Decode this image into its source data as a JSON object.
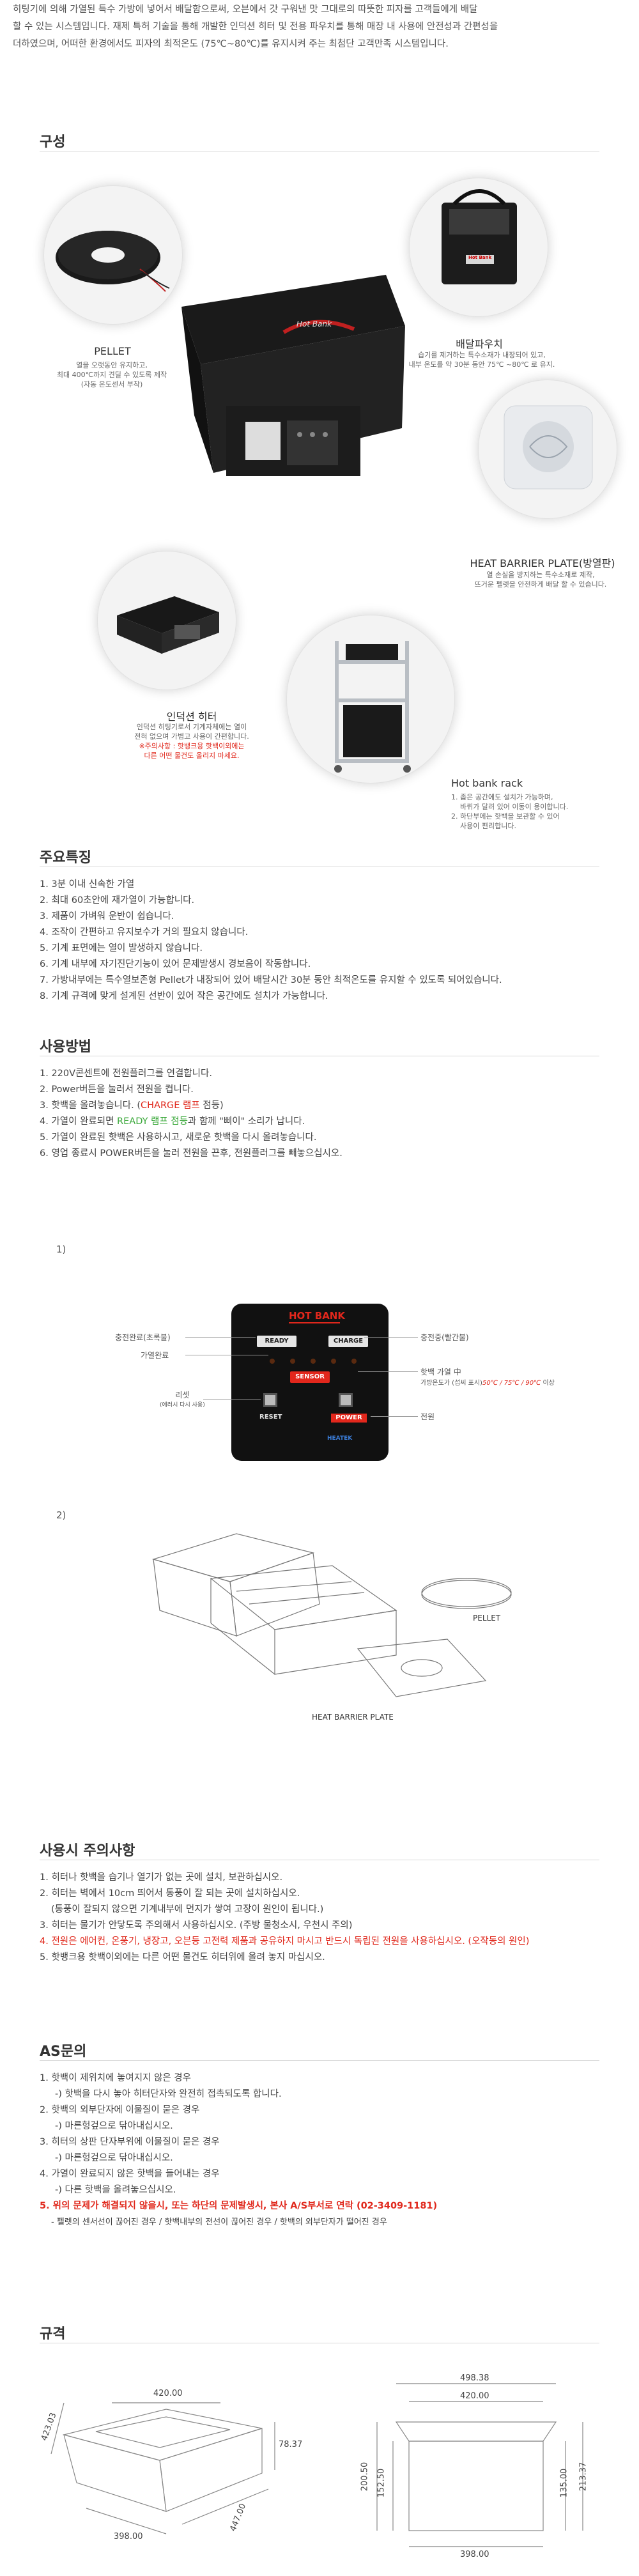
{
  "intro": {
    "line1": "히팅기에 의해 가열된 특수 가방에 넣어서 배달함으로써, 오븐에서 갓 구워낸 맛 그대로의 따뜻한 피자를 고객들에게 배달",
    "line2": "할 수 있는 시스템입니다. 재제 특허 기술을 통해 개발한 인덕션 히터 및 전용 파우치를 통해 매장 내 사용에 안전성과 간편성을",
    "line3": "더하였으며, 어떠한 환경에서도 피자의 최적온도 (75℃~80℃)를 유지시켜 주는 최첨단 고객만족 시스템입니다."
  },
  "composition": {
    "title": "구성",
    "pellet": {
      "title": "PELLET",
      "desc1": "열을 오랫동안 유지하고,",
      "desc2": "최대 400℃까지 견딜 수 있도록 제작",
      "desc3": "(자동 온도센서 부착)"
    },
    "pouch": {
      "title": "배달파우치",
      "desc1": "습기를 제거하는 특수소재가 내장되어 있고,",
      "desc2": "내부 온도를 약 30분 동안 75℃ ~80℃ 로 유지."
    },
    "plate": {
      "title": "HEAT BARRIER PLATE(방열판)",
      "desc1": "열 손실을 방지하는 특수소재로 제작,",
      "desc2": "뜨거운 펠렛을 안전하게 배달 할 수 있습니다."
    },
    "heater": {
      "title": "인덕션 히터",
      "desc1": "인덕션 히팅기로서 기계자체에는 열이",
      "desc2": "전혀 없으며 가볍고 사용이 간편합니다.",
      "warn1": "※주의사항 : 핫뱅크용 핫백이외에는",
      "warn2": "다른 어떤 물건도 올리지 마세요."
    },
    "rack": {
      "title": "Hot bank rack",
      "desc1": "1. 좁은 공간에도 설치가 가능하며,",
      "desc2": "바퀴가 달려 있어 이동이 용이합니다.",
      "desc3": "2. 하단부에는 핫백을 보관할 수 있어",
      "desc4": "사용이 편리합니다."
    },
    "bag_brand": "Hot Bank",
    "pouch_brand": "Hot Bank"
  },
  "features": {
    "title": "주요특징",
    "items": [
      "1. 3분 이내 신속한 가열",
      "2. 최대 60초안에 재가열이 가능합니다.",
      "3. 제품이 가벼워 운반이 쉽습니다.",
      "4. 조작이 간편하고 유지보수가 거의 필요치 않습니다.",
      "5. 기계 표면에는 열이 발생하지 않습니다.",
      "6. 기계 내부에 자기진단기능이 있어 문제발생시 경보음이 작동합니다.",
      "7. 가방내부에는 특수열보존형 Pellet가 내장되어 있어 배달시간 30분 동안 최적온도를 유지할 수 있도록 되어있습니다.",
      "8. 기계 규격에 맞게 설계된 선반이 있어 작은 공간에도 설치가 가능합니다."
    ]
  },
  "usage": {
    "title": "사용방법",
    "item1": "1. 220V콘센트에 전원플러그를 연결합니다.",
    "item2": "2. Power버튼을 눌러서 전원을 켭니다.",
    "item3_pre": "3. 핫백을 올려놓습니다. (",
    "item3_hl": "CHARGE 램프",
    "item3_post": " 점등)",
    "item4_pre": "4. 가열이 완료되면 ",
    "item4_hl": "READY 램프 점등",
    "item4_post": "과 함께 \"삐이\" 소리가 납니다.",
    "item5": "5. 가열이 완료된 핫백은 사용하시고, 새로운 핫백을 다시 올려놓습니다.",
    "item6": "6. 영업 종료시 POWER버튼을 눌러 전원을 끈후, 전원플러그를 빼놓으십시오.",
    "step1": "1)",
    "step2": "2)"
  },
  "panel": {
    "brand": "HOT BANK",
    "ready": "READY",
    "charge": "CHARGE",
    "sensor": "SENSOR",
    "reset": "RESET",
    "power": "POWER",
    "logo": "HEATEK",
    "lbl_done": "충전완료(초록불)",
    "lbl_heat_done": "가열완료",
    "lbl_reset1": "리셋",
    "lbl_reset2": "(에러시 다시 사용)",
    "lbl_charging": "충전중(빨간불)",
    "lbl_hot1": "핫백 가열 中",
    "lbl_hot2_pre": "가방온도가 (섭씨 표시)",
    "lbl_hot2_hl": "50℃ / 75℃ / 90℃",
    "lbl_hot2_post": " 이상",
    "lbl_power": "전원"
  },
  "diagram2": {
    "pellet": "PELLET",
    "plate": "HEAT BARRIER PLATE"
  },
  "caution": {
    "title": "사용시 주의사항",
    "item1": "1. 히터나 핫백을 습기나 열기가 없는 곳에 설치, 보관하십시오.",
    "item2a": "2. 히터는 벽에서 10cm 띄어서 통풍이 잘 되는 곳에 설치하십시오.",
    "item2b": "(통풍이 잘되지 않으면 기계내부에 먼지가 쌓여 고장이 원인이 됩니다.)",
    "item3": "3. 히터는 물기가 안닿도록 주의해서 사용하십시오. (주방 물청소시, 우천시 주의)",
    "item4": "4. 전원은 에어컨, 온풍기, 냉장고, 오븐등 고전력 제품과 공유하지 마시고 반드시 독립된 전원을 사용하십시오. (오작동의 원인)",
    "item5": "5. 핫뱅크용 핫백이외에는 다른 어떤 물건도 히터위에 올려 놓지 마십시오."
  },
  "as": {
    "title": "AS문의",
    "item1": "1. 핫백이 제위치에 놓여지지 않은 경우",
    "item1a": "-) 핫백을 다시 놓아 히터단자와 완전히 접촉되도록 합니다.",
    "item2": "2. 핫백의 외부단자에 이물질이 묻은 경우",
    "item2a": "-) 마른헝겊으로 닦아내십시오.",
    "item3": "3. 히터의 상판 단자부위에 이물질이 묻은 경우",
    "item3a": "-) 마른헝겊으로 닦아내십시오.",
    "item4": "4. 가열이 완료되지 않은 핫백을 들어내는 경우",
    "item4a": "-) 다른 핫백을 올려놓으십시오.",
    "item5": "5. 위의 문제가 해결되지 않을시, 또는 하단의 문제발생시, 본사 A/S부서로 연락 (02-3409-1181)",
    "item5a": "- 펠렛의 센서선이 끊어진 경우 / 핫백내부의 전선이 끊어진 경우 / 핫백의 외부단자가 떨어진 경우"
  },
  "spec": {
    "title": "규격",
    "a_top": "420.00",
    "a_left": "423.03",
    "a_height": "78.37",
    "a_depth": "447.00",
    "a_bottom": "398.00",
    "b_top1": "498.38",
    "b_top2": "420.00",
    "b_left1": "200.50",
    "b_left2": "152.50",
    "b_right1": "135.00",
    "b_right2": "213.37",
    "b_bottom": "398.00"
  }
}
